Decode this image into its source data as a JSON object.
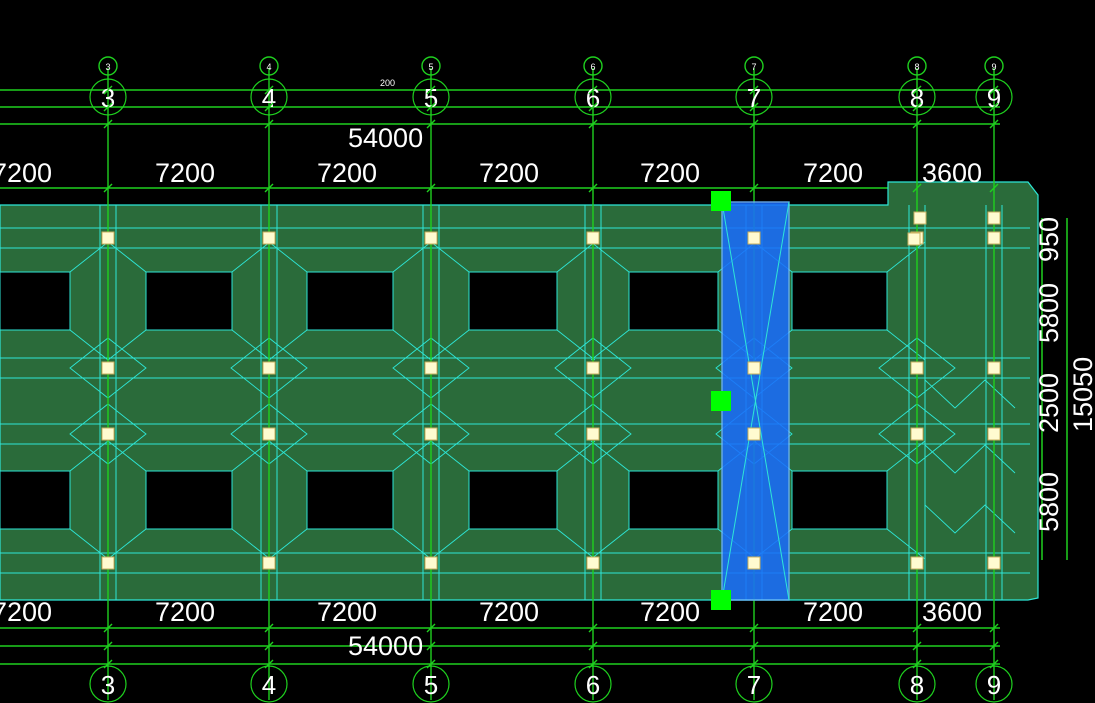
{
  "drawing": {
    "axes": [
      {
        "label": "3"
      },
      {
        "label": "4"
      },
      {
        "label": "5"
      },
      {
        "label": "6"
      },
      {
        "label": "7"
      },
      {
        "label": "8"
      },
      {
        "label": "9"
      }
    ],
    "top_total": "54000",
    "bottom_total": "54000",
    "top_spans": [
      "7200",
      "7200",
      "7200",
      "7200",
      "7200",
      "7200",
      "3600"
    ],
    "bottom_spans": [
      "7200",
      "7200",
      "7200",
      "7200",
      "7200",
      "7200",
      "3600"
    ],
    "right_dims": [
      "950",
      "5800",
      "2500",
      "5800"
    ],
    "right_total": "15050",
    "small_dim_label": "200"
  },
  "colors": {
    "background": "#000000",
    "grid_line": "#1fd01f",
    "slab_fill": "#2a6b3a",
    "beam_edge": "#2ee6d6",
    "column": "#fffbd0",
    "selection": "#1a6dff",
    "grip": "#00ff00",
    "text": "#ffffff"
  }
}
